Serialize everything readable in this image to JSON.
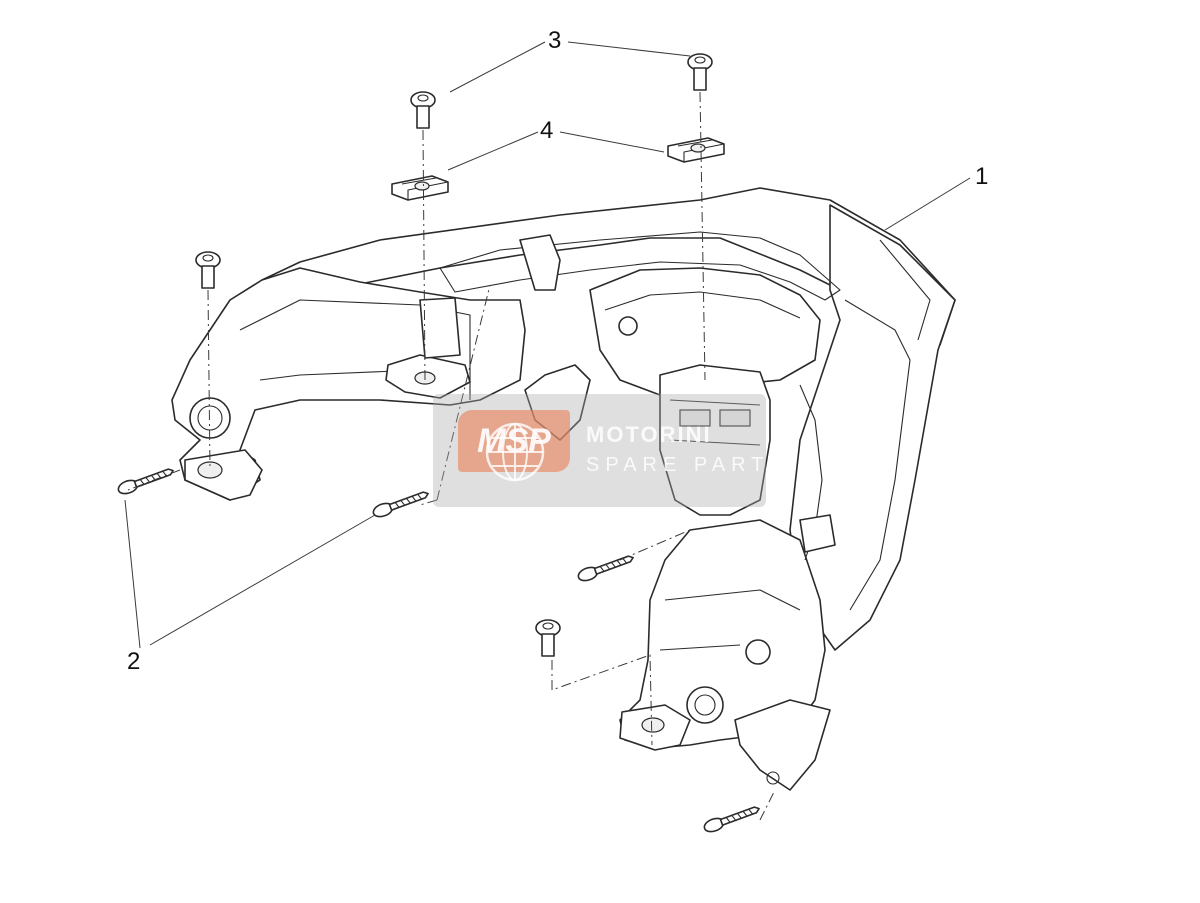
{
  "callouts": [
    {
      "id": "1",
      "label": "1"
    },
    {
      "id": "2",
      "label": "2"
    },
    {
      "id": "3",
      "label": "3"
    },
    {
      "id": "4",
      "label": "4"
    }
  ],
  "watermark": {
    "logo": "MSP",
    "line1": "MOTORINI",
    "line2": "SPARE PARTS"
  },
  "colors": {
    "line": "#2b2b2b",
    "watermark_band": "#aaaaaa",
    "watermark_logo": "#e8825a"
  }
}
